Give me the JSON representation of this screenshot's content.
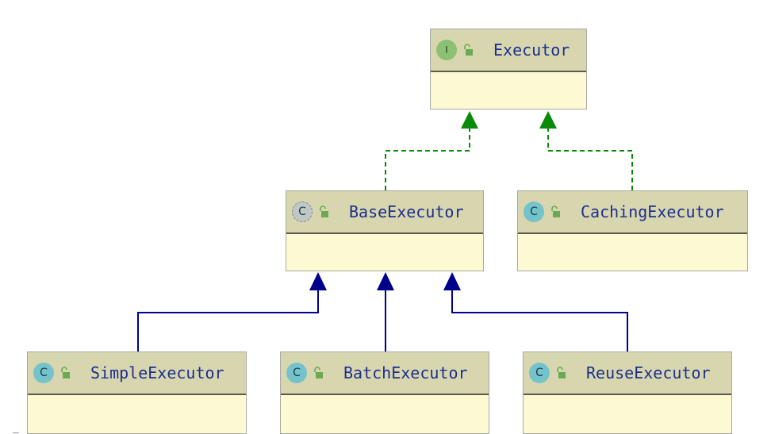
{
  "diagram": {
    "type": "uml-class-hierarchy",
    "nodes": [
      {
        "id": "executor",
        "kind": "interface",
        "kind_letter": "I",
        "visibility_icon": "unlocked-icon",
        "name": "Executor"
      },
      {
        "id": "base",
        "kind": "abstract-class",
        "kind_letter": "C",
        "visibility_icon": "unlocked-icon",
        "name": "BaseExecutor"
      },
      {
        "id": "caching",
        "kind": "class",
        "kind_letter": "C",
        "visibility_icon": "unlocked-icon",
        "name": "CachingExecutor"
      },
      {
        "id": "simple",
        "kind": "class",
        "kind_letter": "C",
        "visibility_icon": "unlocked-icon",
        "name": "SimpleExecutor"
      },
      {
        "id": "batch",
        "kind": "class",
        "kind_letter": "C",
        "visibility_icon": "unlocked-icon",
        "name": "BatchExecutor"
      },
      {
        "id": "reuse",
        "kind": "class",
        "kind_letter": "C",
        "visibility_icon": "unlocked-icon",
        "name": "ReuseExecutor"
      }
    ],
    "edges": [
      {
        "from": "base",
        "to": "executor",
        "relation": "implements",
        "style": "dashed"
      },
      {
        "from": "caching",
        "to": "executor",
        "relation": "implements",
        "style": "dashed"
      },
      {
        "from": "simple",
        "to": "base",
        "relation": "extends",
        "style": "solid"
      },
      {
        "from": "batch",
        "to": "base",
        "relation": "extends",
        "style": "solid"
      },
      {
        "from": "reuse",
        "to": "base",
        "relation": "extends",
        "style": "solid"
      }
    ],
    "colors": {
      "implements": "#0a8a0a",
      "extends": "#00008b",
      "header": "#d8d6ae",
      "body": "#fdf9d2",
      "name_text": "#1c2f8e",
      "interface_icon": "#8cc072",
      "class_icon": "#74c3cc",
      "lock_icon": "#6aaa55"
    }
  }
}
